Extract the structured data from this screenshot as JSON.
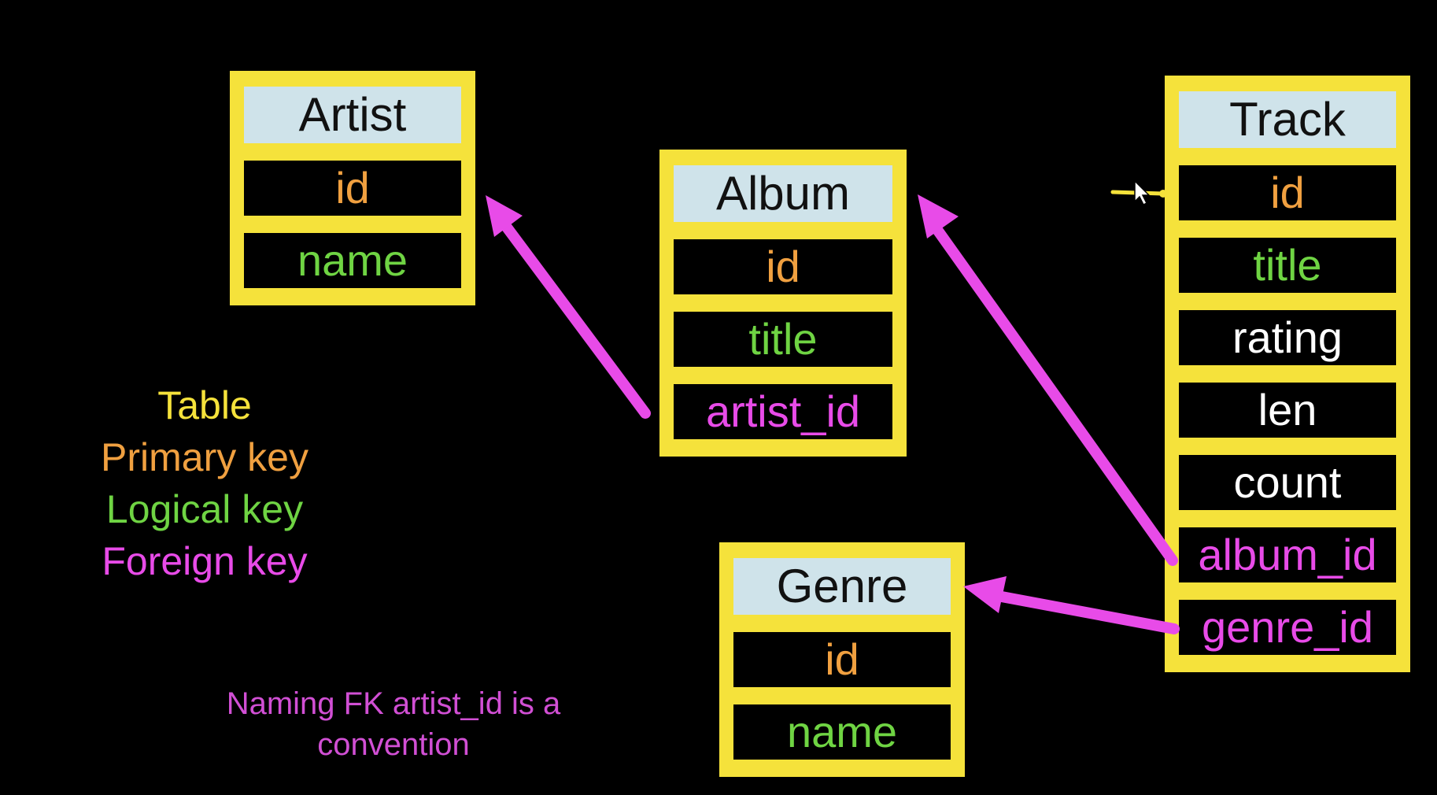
{
  "colors": {
    "background": "#000000",
    "table_border": "#f5e23b",
    "table_header": "#cfe3ea",
    "primary_key": "#f0a040",
    "logical_key": "#6fd443",
    "foreign_key": "#e84be8",
    "plain_field": "#ffffff",
    "note": "#d14fd4"
  },
  "tables": {
    "artist": {
      "title": "Artist",
      "fields": [
        "id",
        "name"
      ]
    },
    "album": {
      "title": "Album",
      "fields": [
        "id",
        "title",
        "artist_id"
      ]
    },
    "track": {
      "title": "Track",
      "fields": [
        "id",
        "title",
        "rating",
        "len",
        "count",
        "album_id",
        "genre_id"
      ]
    },
    "genre": {
      "title": "Genre",
      "fields": [
        "id",
        "name"
      ]
    }
  },
  "legend": {
    "table": "Table",
    "primary_key": "Primary key",
    "logical_key": "Logical key",
    "foreign_key": "Foreign key"
  },
  "note": "Naming FK artist_id is a convention",
  "relationships": [
    {
      "from": "Album.artist_id",
      "to": "Artist"
    },
    {
      "from": "Track.album_id",
      "to": "Album"
    },
    {
      "from": "Track.genre_id",
      "to": "Genre"
    }
  ]
}
